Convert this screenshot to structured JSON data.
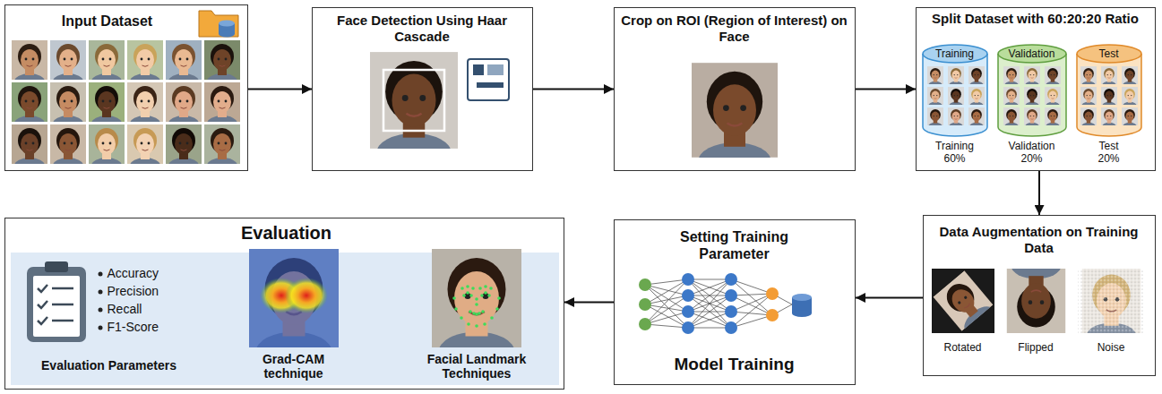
{
  "diagram": {
    "nodes": [
      {
        "text": [
          "Input Dataset"
        ]
      },
      {
        "text": [
          "Face Detection Using Haar Cascade"
        ]
      },
      {
        "text": [
          "Crop on ROI (Region of Interest) on Face"
        ]
      },
      {
        "text": [
          "Split Dataset with 60:20:20 Ratio",
          "Training 60%",
          "Validation 20%",
          "Test 20%"
        ]
      },
      {
        "text": [
          "Training"
        ],
        "in": 3
      },
      {
        "text": [
          "Validation"
        ],
        "in": 3
      },
      {
        "text": [
          "Test"
        ],
        "in": 3
      },
      {
        "text": [
          "Evaluation"
        ]
      },
      {
        "text": [
          "Accuracy",
          "Precision",
          "Recall",
          "F1-Score",
          "Evaluation Parameters",
          "Grad-CAM technique",
          "Facial Landmark Techniques"
        ],
        "in": 7
      },
      {
        "text": [
          "Setting Training Parameter",
          "Model Training"
        ]
      },
      {
        "text": [
          "Data Augmentation on Training Data",
          "Rotated",
          "Flipped",
          "Noise"
        ]
      }
    ],
    "edges": [
      {
        "from": 0,
        "to": 1,
        "arrow": "to"
      },
      {
        "from": 1,
        "to": 2,
        "arrow": "to"
      },
      {
        "from": 2,
        "to": 3,
        "arrow": "to"
      },
      {
        "from": 3,
        "to": 10,
        "arrow": "to"
      },
      {
        "from": 10,
        "to": 9,
        "arrow": "to"
      },
      {
        "from": 9,
        "to": 7,
        "arrow": "to"
      }
    ]
  }
}
